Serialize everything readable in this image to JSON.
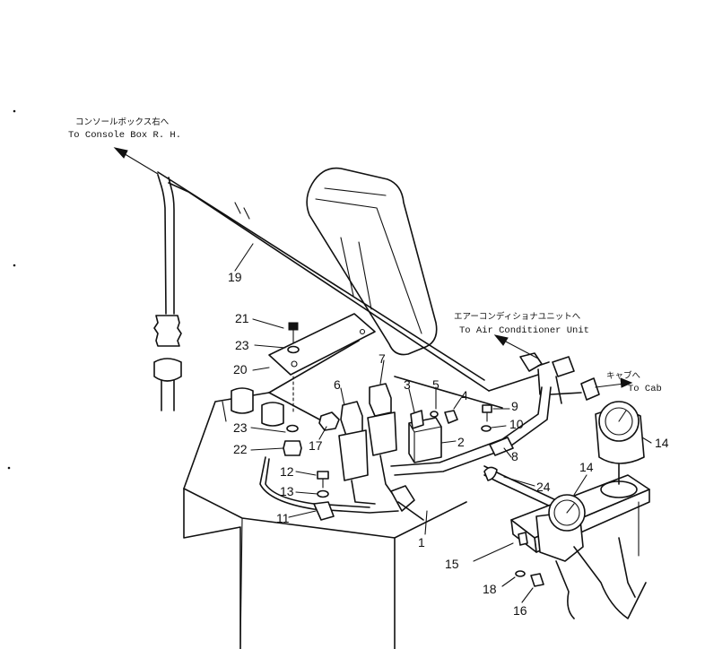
{
  "callouts": {
    "console": {
      "jp": "コンソールボックス右へ",
      "en": "To Console Box R. H."
    },
    "aircon": {
      "jp": "エアーコンディショナユニットへ",
      "en": "To Air Conditioner Unit"
    },
    "cab": {
      "jp": "キャブへ",
      "en": "To Cab"
    }
  },
  "part_numbers": {
    "p1": "1",
    "p2": "2",
    "p3": "3",
    "p4": "4",
    "p5": "5",
    "p6": "6",
    "p7": "7",
    "p8": "8",
    "p9": "9",
    "p10": "10",
    "p11": "11",
    "p12": "12",
    "p13": "13",
    "p14a": "14",
    "p14b": "14",
    "p15": "15",
    "p16": "16",
    "p17": "17",
    "p18": "18",
    "p19": "19",
    "p20": "20",
    "p21": "21",
    "p22": "22",
    "p23a": "23",
    "p23b": "23",
    "p24": "24"
  }
}
